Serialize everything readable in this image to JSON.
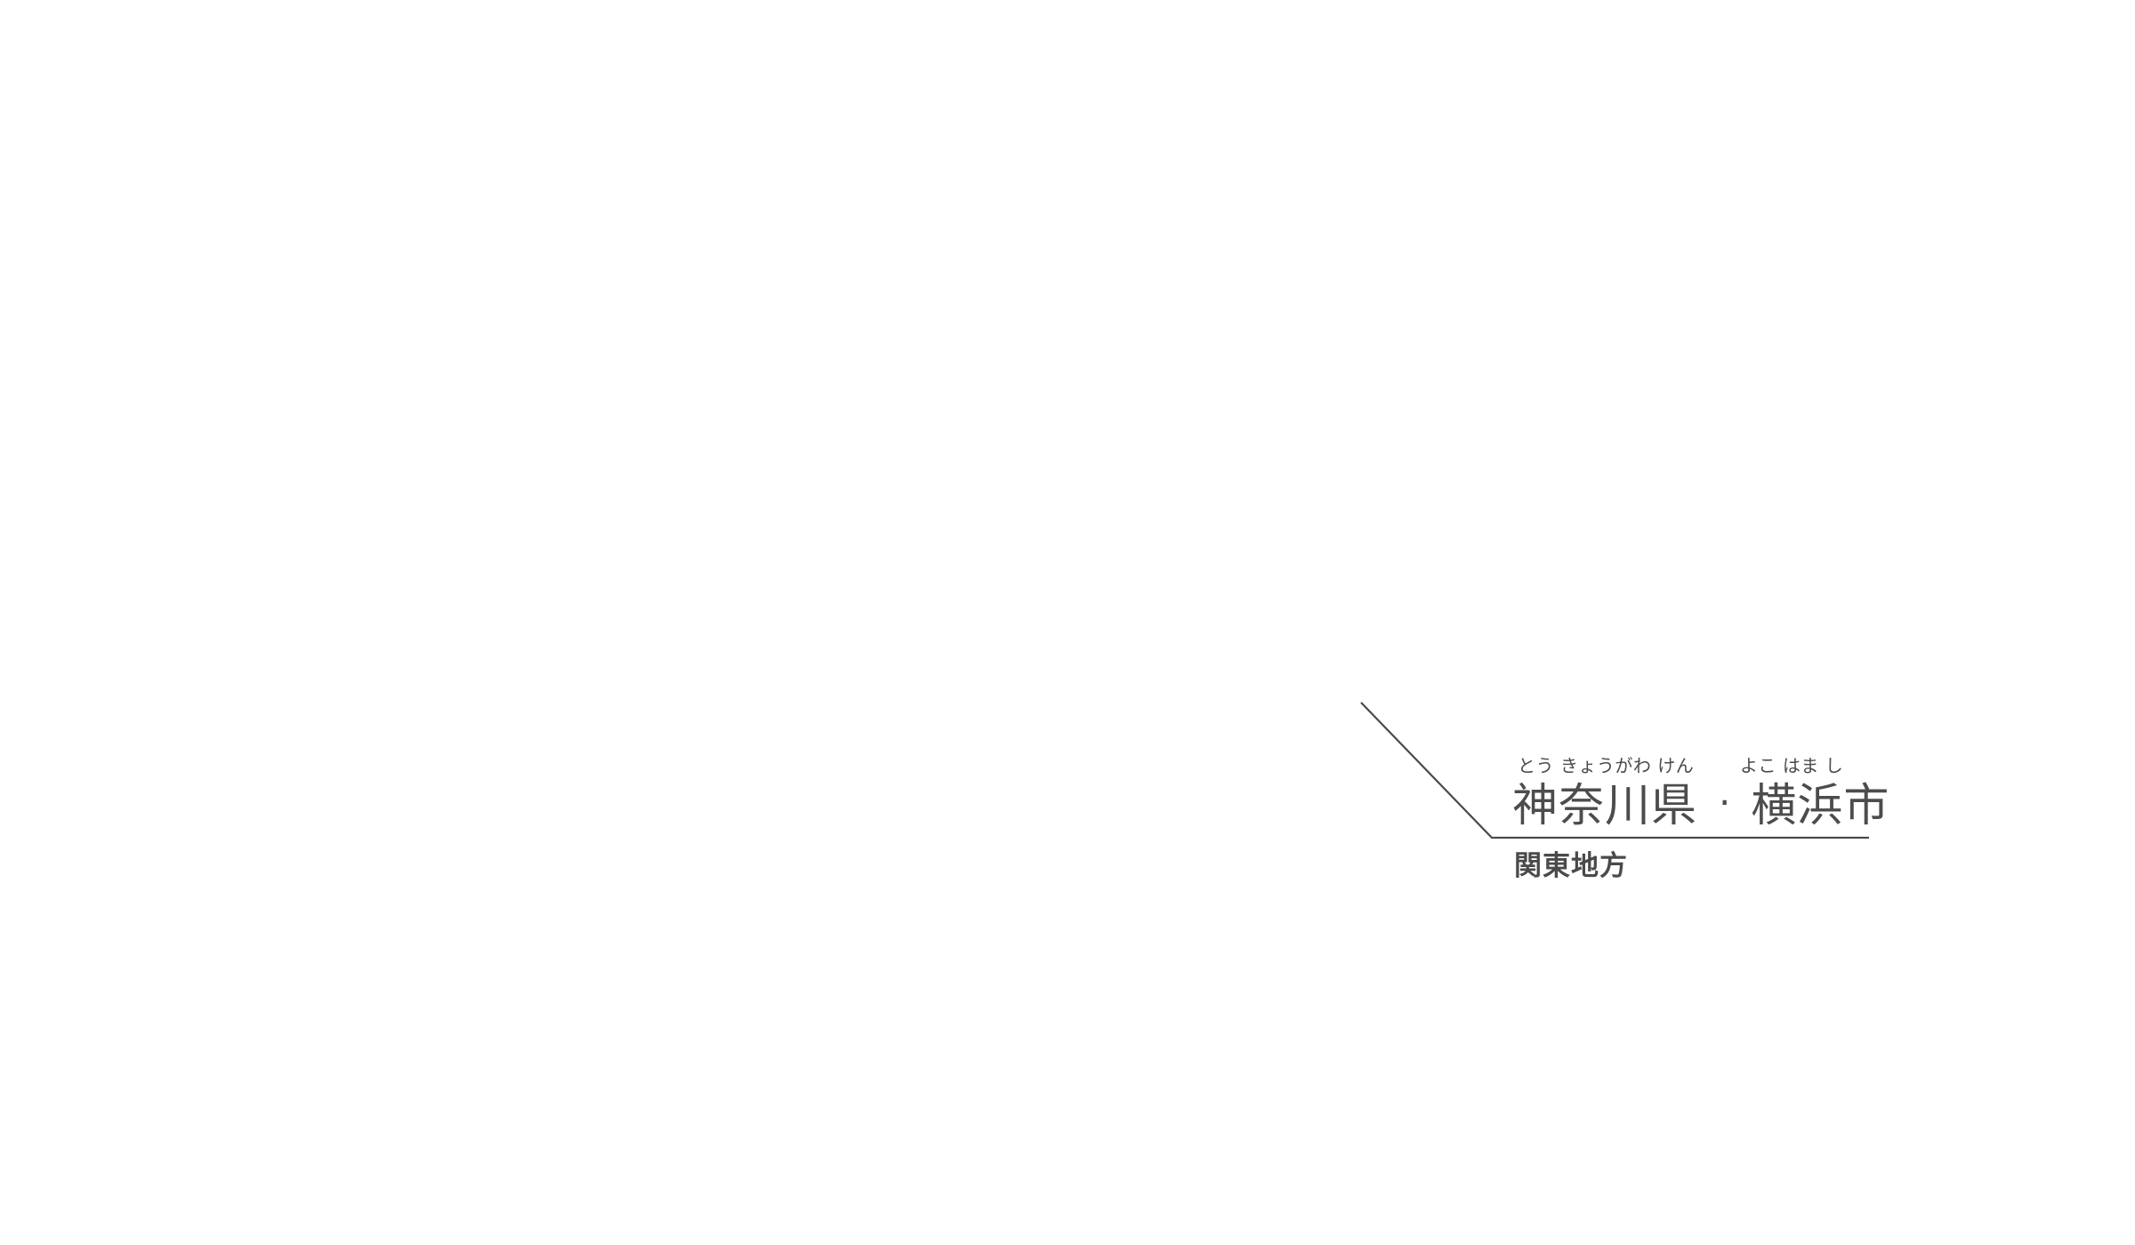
{
  "location": {
    "prefecture_reading": "とう きょうがわ けん",
    "city_reading": "よこ はま  し",
    "prefecture": "神奈川県",
    "separator": "·",
    "city": "横浜市",
    "region": "関東地方"
  },
  "colors": {
    "background": "#ffffff",
    "leader_line": "#4a4a4a",
    "text": "#4a4a4a"
  }
}
